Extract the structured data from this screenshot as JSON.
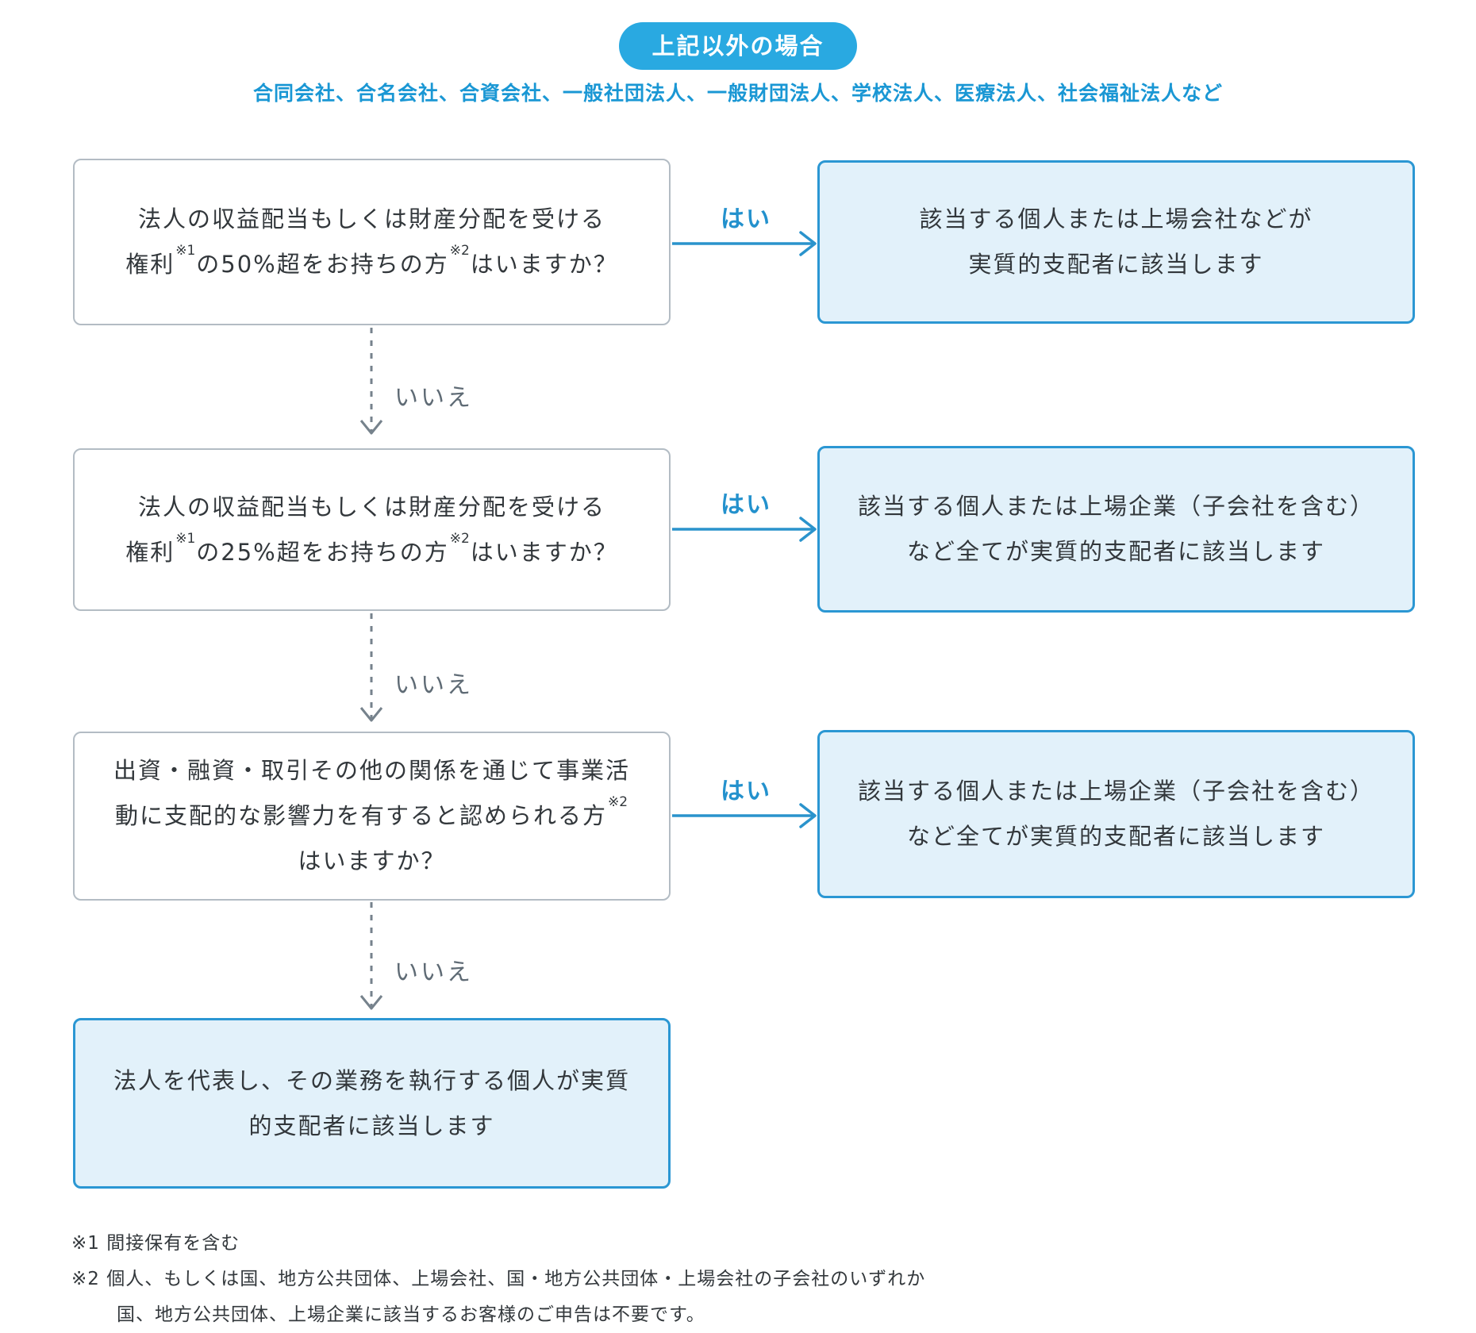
{
  "header": {
    "pill": "上記以外の場合",
    "subtitle": "合同会社、合名会社、合資会社、一般社団法人、一般財団法人、学校法人、医療法人、社会福祉法人など"
  },
  "labels": {
    "yes": "はい",
    "no": "いいえ"
  },
  "colors": {
    "accent_blue": "#29a9e1",
    "subtitle_blue": "#1a97d4",
    "answer_box_border": "#2b97d3",
    "answer_box_fill": "#e2f1fa",
    "question_box_border": "#b3bcc4",
    "yes_label_blue": "#2391cd",
    "no_label_gray": "#5f6b75",
    "dashed_arrow_gray": "#76828c",
    "text_dark": "#32373b"
  },
  "flow": {
    "rows": [
      {
        "question": {
          "line1": "法人の収益配当もしくは財産分配を受ける",
          "seg1": "権利",
          "sup1": "※1",
          "seg2": "の50%超をお持ちの方",
          "sup2": "※2",
          "seg3": "はいますか？"
        },
        "answer": {
          "line1": "該当する個人または上場会社などが",
          "line2": "実質的支配者に該当します"
        }
      },
      {
        "question": {
          "line1": "法人の収益配当もしくは財産分配を受ける",
          "seg1": "権利",
          "sup1": "※1",
          "seg2": "の25%超をお持ちの方",
          "sup2": "※2",
          "seg3": "はいますか？"
        },
        "answer": {
          "line1": "該当する個人または上場企業（子会社を含む）",
          "line2": "など全てが実質的支配者に該当します"
        }
      },
      {
        "question": {
          "line1": "出資・融資・取引その他の関係を通じて事業活",
          "seg1": "動に支配的な影響力を有すると認められる方",
          "sup1": "※2",
          "seg3": "はいますか？"
        },
        "answer": {
          "line1": "該当する個人または上場企業（子会社を含む）",
          "line2": "など全てが実質的支配者に該当します"
        }
      }
    ],
    "final": {
      "line1": "法人を代表し、その業務を執行する個人が実質",
      "line2": "的支配者に該当します"
    }
  },
  "footnotes": {
    "note1": "※1 間接保有を含む",
    "note2": "※2 個人、もしくは国、地方公共団体、上場会社、国・地方公共団体・上場会社の子会社のいずれか",
    "note3": "国、地方公共団体、上場企業に該当するお客様のご申告は不要です。"
  }
}
